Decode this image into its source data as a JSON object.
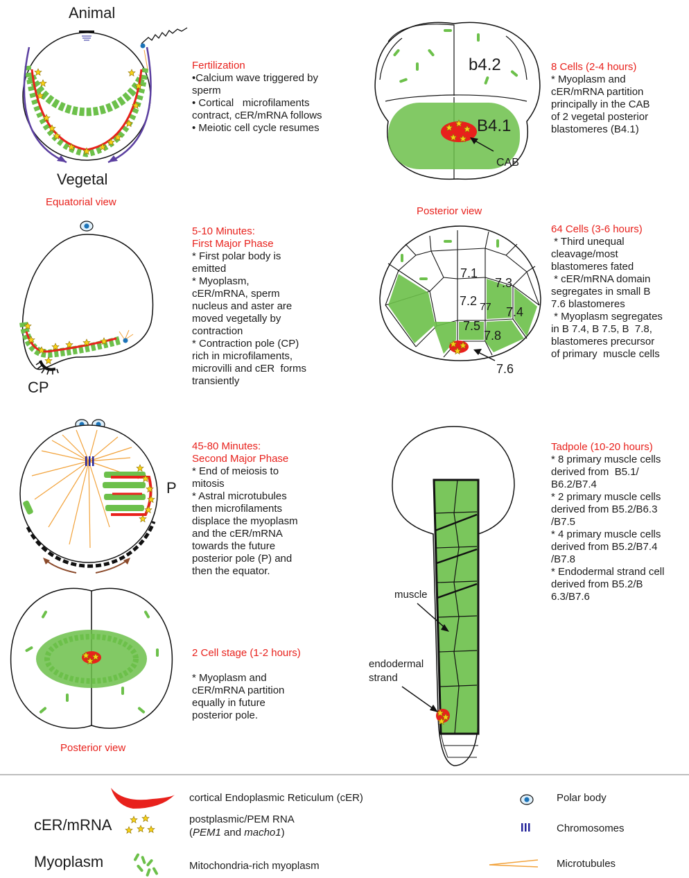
{
  "colors": {
    "heading": "#e8211c",
    "myoplasm": "#6cc04a",
    "cer": "#e8211c",
    "star": "#f7d117",
    "polar": "#1b73b8",
    "chromosome": "#23239a",
    "microtubule": "#f2a23a"
  },
  "panel_fert": {
    "top_label": "Animal",
    "bottom_label": "Vegetal",
    "view_label": "Equatorial view",
    "heading": "Fertilization",
    "lines": [
      "•Calcium wave triggered by",
      "sperm",
      "• Cortical   microfilaments",
      "contract, cER/mRNA follows",
      "• Meiotic cell cycle resumes"
    ]
  },
  "panel_first": {
    "label_cp": "CP",
    "heading": [
      "5-10 Minutes:",
      "First Major Phase"
    ],
    "lines": [
      "* First polar body is",
      "emitted",
      "* Myoplasm,",
      "cER/mRNA, sperm",
      "nucleus and aster are",
      "moved vegetally by",
      "contraction",
      "* Contraction pole (CP)",
      "rich in microfilaments,",
      "microvilli and cER  forms",
      "transiently"
    ]
  },
  "panel_second": {
    "label_p": "P",
    "heading": [
      "45-80 Minutes:",
      "Second Major Phase"
    ],
    "lines": [
      "* End of meiosis to",
      "mitosis",
      "* Astral microtubules",
      "then microfilaments",
      "displace the myoplasm",
      "and the cER/mRNA",
      "towards the future",
      "posterior pole (P) and",
      "then the equator."
    ]
  },
  "panel_two_cell": {
    "view_label": "Posterior view",
    "heading": "2 Cell stage (1-2 hours)",
    "lines": [
      "* Myoplasm and",
      "cER/mRNA partition",
      "equally in future",
      "posterior pole."
    ]
  },
  "panel_eight": {
    "cell_labels": {
      "b42": "b4.2",
      "B41": "B4.1",
      "cab": "CAB"
    },
    "view_label": "Posterior view",
    "heading": "8 Cells (2-4 hours)",
    "lines": [
      "* Myoplasm and",
      "cER/mRNA partition",
      "principally in the CAB",
      "of 2 vegetal posterior",
      "blastomeres (B4.1)"
    ]
  },
  "panel_64": {
    "cell_labels": [
      "7.1",
      "7.3",
      "7.2",
      "77",
      "7.4",
      "7.5",
      "7.8",
      "7.6"
    ],
    "heading": "64 Cells (3-6 hours)",
    "lines": [
      " * Third unequal",
      "cleavage/most",
      "blastomeres fated",
      " * cER/mRNA domain",
      "segregates in small B",
      "7.6 blastomeres",
      " * Myoplasm segregates",
      "in B 7.4, B 7.5, B  7.8,",
      "blastomeres precursor",
      "of primary  muscle cells"
    ]
  },
  "panel_tadpole": {
    "muscle_label": "muscle",
    "endo_label": [
      "endodermal",
      "strand"
    ],
    "heading": "Tadpole (10-20 hours)",
    "lines": [
      "* 8 primary muscle cells",
      "derived from  B5.1/",
      "B6.2/B7.4",
      "* 2 primary muscle cells",
      "derived from B5.2/B6.3",
      "/B7.5",
      "* 4 primary muscle cells",
      "derived from B5.2/B7.4",
      "/B7.8",
      "* Endodermal strand cell",
      "derived from B5.2/B",
      "6.3/B7.6"
    ]
  },
  "legend": {
    "cer_label": "cortical Endoplasmic Reticulum (cER)",
    "group_cer": "cER/mRNA",
    "pem_line1": "postplasmic/PEM RNA",
    "pem_open": "(",
    "pem_gene1": "PEM1",
    "pem_and": " and ",
    "pem_gene2": "macho1",
    "pem_close": ")",
    "group_myo": "Myoplasm",
    "myo_label": "Mitochondria-rich myoplasm",
    "polar_label": "Polar body",
    "chrom_label": "Chromosomes",
    "mt_label": "Microtubules"
  }
}
